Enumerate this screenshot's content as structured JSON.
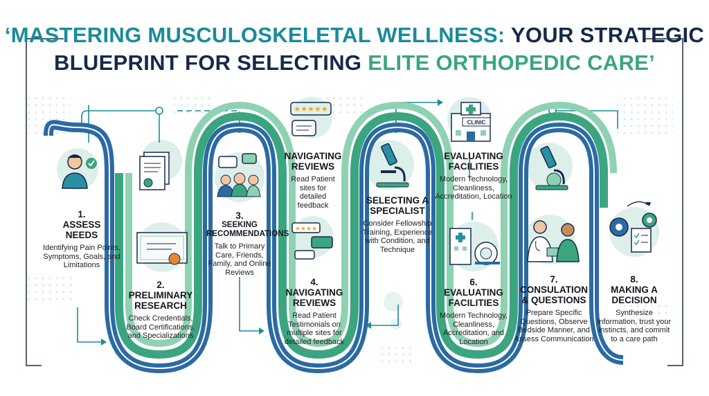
{
  "title": {
    "line1_part1": "‘MASTERING MUSCULOSKELETAL WELLNESS:",
    "line1_part2": "YOUR STRATEGIC",
    "line2_part1": "BLUEPRINT FOR SELECTING",
    "line2_part2": "ELITE ORTHOPEDIC CARE’"
  },
  "steps": [
    {
      "num": "1.",
      "heading": "ASSESS NEEDS",
      "desc": "Identifying Pain Points, Symptoms, Goals, and Limitations"
    },
    {
      "num": "2.",
      "heading": "PRELIMINARY RESEARCH",
      "desc": "Check Credentials, Board Certifications, and Specializations"
    },
    {
      "num": "3.",
      "heading": "SEEKING RECOMMENDATIONS",
      "desc": "Talk to Primary Care, Friends, Family, and Online Reviews"
    },
    {
      "num": "",
      "heading": "NAVIGATING REVIEWS",
      "desc": "Read Patient sites for detailed feedback"
    },
    {
      "num": "4.",
      "heading": "NAVIGATING REVIEWS",
      "desc": "Read Patient Testimonials on multiple sites for detailed feedback"
    },
    {
      "num": "",
      "heading": "SELECTING A SPECIALIST",
      "desc": "Consider Fellowship Training, Experience with Condition, and Technique"
    },
    {
      "num": "",
      "heading": "EVALUATING FACILITIES",
      "desc": "Modern Technology, Cleanliness, Accreditation, Location"
    },
    {
      "num": "6.",
      "heading": "EVALUATING FACILITIES",
      "desc": "Modern Technology, Cleanliness, Accreditation, and Location"
    },
    {
      "num": "7.",
      "heading": "CONSULATION & QUESTIONS",
      "desc": "Prepare Specific Questions, Observe Bedside Manner, and Assess Communication"
    },
    {
      "num": "8.",
      "heading": "MAKING A DECISION",
      "desc": "Synthesize information, trust your instincts, and commit to a care path"
    }
  ],
  "icon_labels": {
    "clinic_sign": "CLINIC"
  },
  "colors": {
    "teal": "#1a8b9a",
    "navy": "#16294a",
    "green": "#3aa57f",
    "blue": "#2b6aa3",
    "mint": "#8fd1b3",
    "pale": "#dcefeb"
  },
  "icons": [
    "person-thinking-icon",
    "documents-icon",
    "certificate-icon",
    "people-chat-icon",
    "five-star-review-icon",
    "review-chat-icon",
    "microscope-icon",
    "clinic-building-icon",
    "hospital-mri-icon",
    "doctor-patient-icon",
    "gears-checklist-icon"
  ]
}
